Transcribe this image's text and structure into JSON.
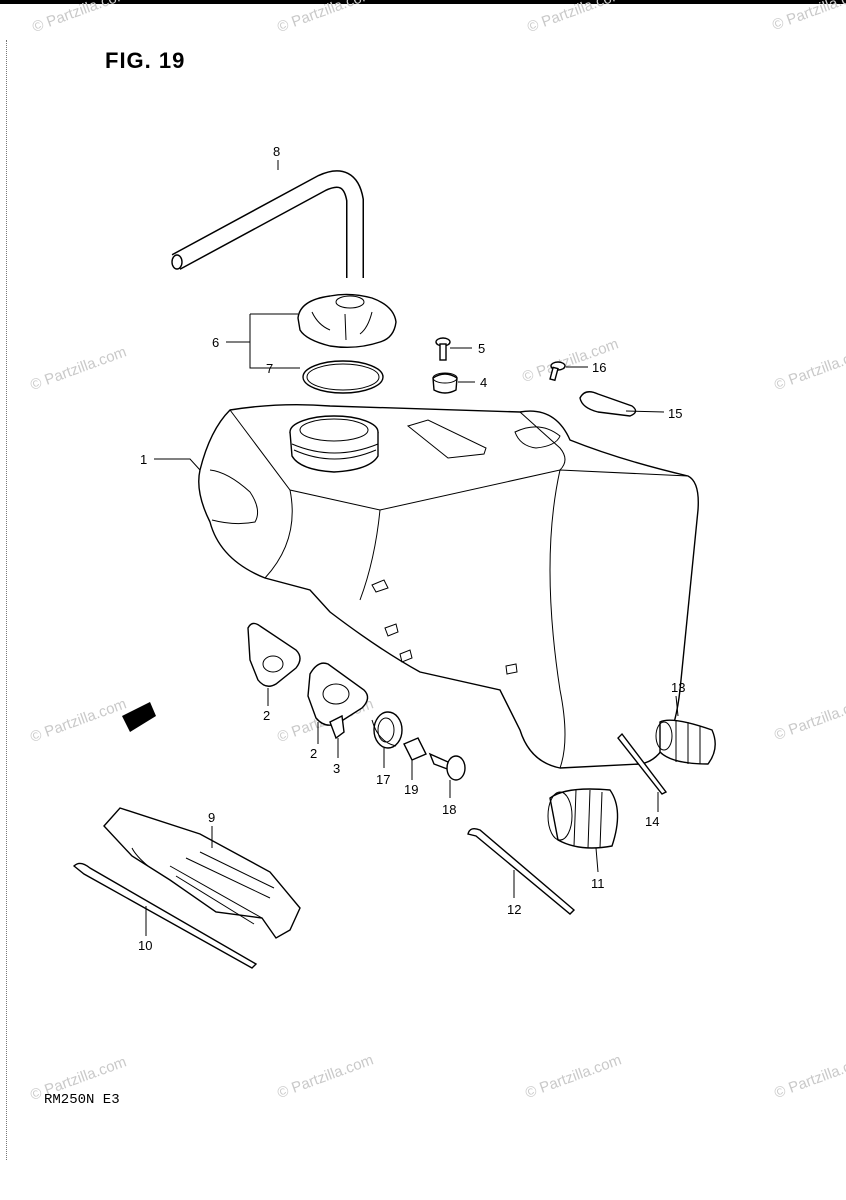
{
  "figure_title": "FIG. 19",
  "model_code": "RM250N  E3",
  "watermark_text": "© Partzilla.com",
  "callouts": {
    "c1": "1",
    "c2a": "2",
    "c2b": "2",
    "c3": "3",
    "c4": "4",
    "c5": "5",
    "c6": "6",
    "c7": "7",
    "c8": "8",
    "c9": "9",
    "c10": "10",
    "c11": "11",
    "c12": "12",
    "c13": "13",
    "c14": "14",
    "c15": "15",
    "c16": "16",
    "c17": "17",
    "c18": "18",
    "c19": "19"
  }
}
